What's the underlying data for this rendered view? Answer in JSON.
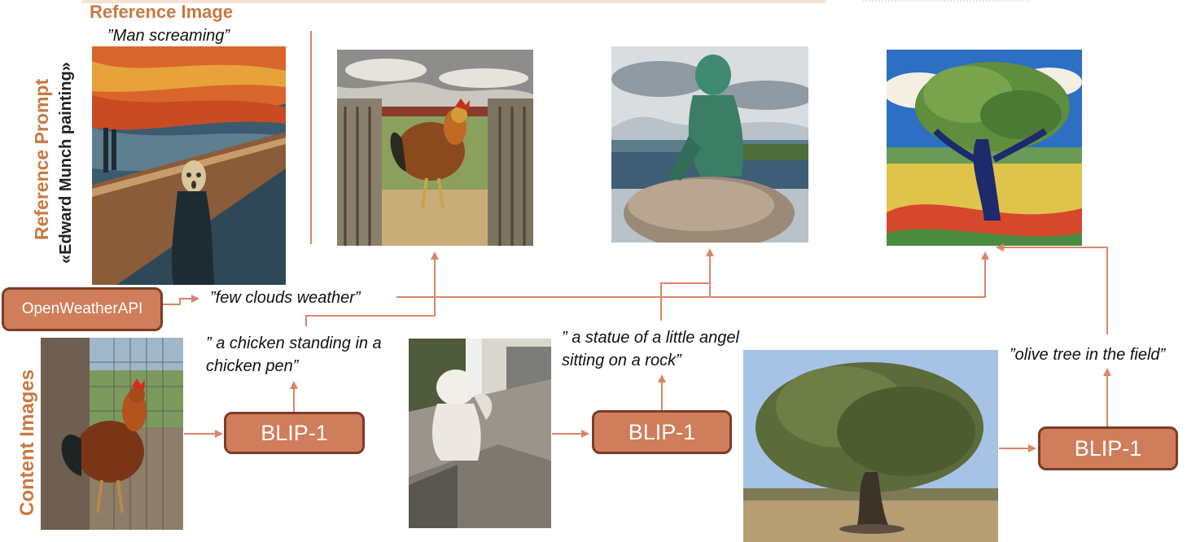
{
  "header": {
    "reference_image": "Reference Image"
  },
  "side_labels": {
    "reference_prompt": "Reference Prompt",
    "prompt_value": "«Edward Munch painting»",
    "content_images": "Content Images"
  },
  "quotes": {
    "man_screaming": "”Man screaming”",
    "weather": "”few clouds weather”",
    "chicken_line1": "” a chicken standing in a",
    "chicken_line2": "chicken pen”",
    "statue_line1": "” a statue of a little angel",
    "statue_line2": "sitting on a rock”",
    "olive": "”olive tree in the field”"
  },
  "boxes": {
    "api": "OpenWeatherAPI",
    "blip": "BLIP-1"
  },
  "images": {
    "reference": "the-scream-painting",
    "output_1": "styled-rooster-image",
    "output_2": "styled-statue-image",
    "output_3": "styled-olive-tree-image",
    "content_1": "rooster-photo",
    "content_2": "angel-statue-photo",
    "content_3": "olive-tree-photo"
  },
  "colors": {
    "accent": "#c87943",
    "box_fill": "#d07d5b",
    "box_border": "#7a3d26",
    "arrow": "#d9866a"
  }
}
